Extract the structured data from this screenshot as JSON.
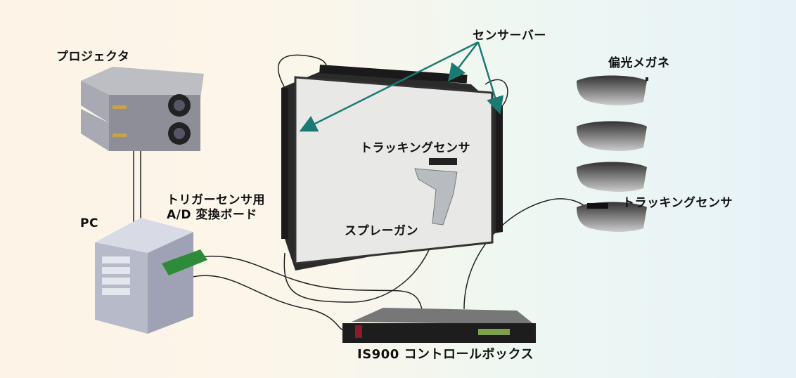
{
  "labels": {
    "sensor_bar": "センサーバー",
    "projector": "プロジェクタ",
    "polarized_glasses": "偏光メガネ",
    "tracking_sensor_gun": "トラッキングセンサ",
    "tracking_sensor_glasses": "トラッキングセンサ",
    "trigger_board_line1": "トリガーセンサ用",
    "trigger_board_line2": "A/D 変換ボード",
    "pc": "PC",
    "spray_gun": "スプレーガン",
    "control_box": "IS900 コントロールボックス"
  },
  "colors": {
    "arrow": "#1b7a73",
    "frame": "#2a2a2a",
    "screen": "#e8e8e6"
  }
}
